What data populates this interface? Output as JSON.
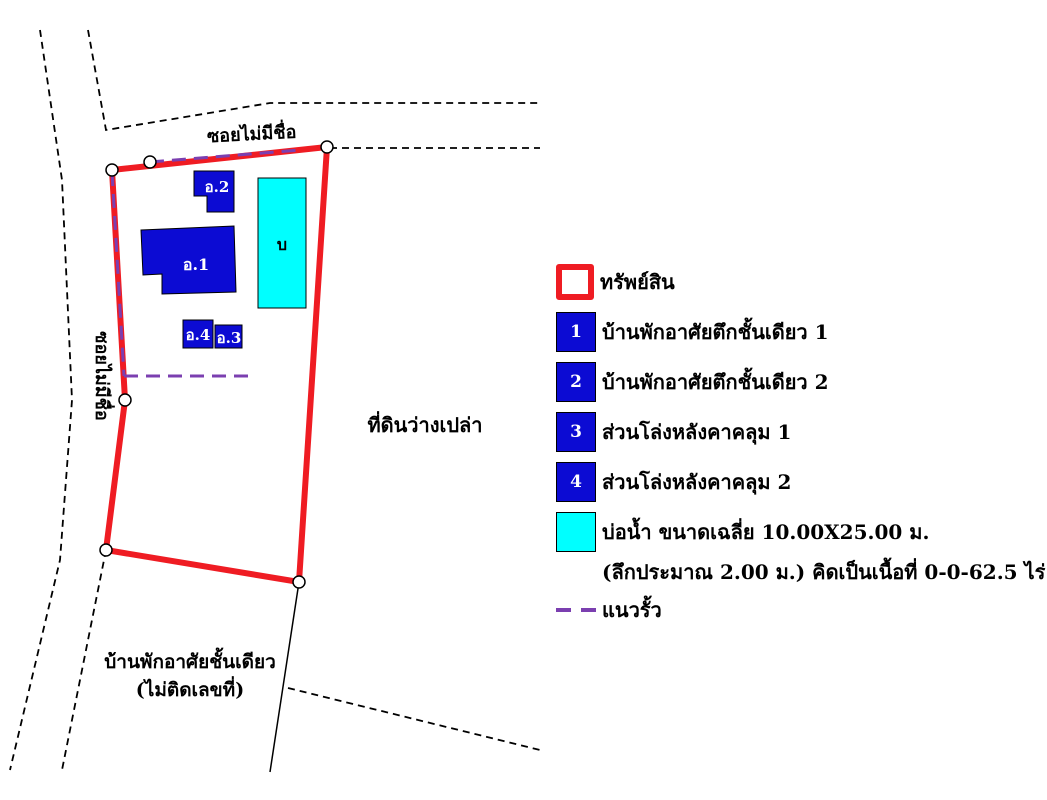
{
  "road_top_label": "ซอยไม่มีชื่อ",
  "road_left_label": "ซอยไม่มีชื่อ",
  "empty_land_label": "ที่ดินว่างเปล่า",
  "house_below_line1": "บ้านพักอาศัยชั้นเดียว",
  "house_below_line2": "(ไม่ติดเลขที่)",
  "buildings": {
    "b1": "อ.1",
    "b2": "อ.2",
    "b3": "อ.3",
    "b4": "อ.4",
    "pond": "บ"
  },
  "legend": {
    "property": "ทรัพย์สิน",
    "item1_num": "1",
    "item1": "บ้านพักอาศัยตึกชั้นเดียว 1",
    "item2_num": "2",
    "item2": "บ้านพักอาศัยตึกชั้นเดียว 2",
    "item3_num": "3",
    "item3": "ส่วนโล่งหลังคาคลุม 1",
    "item4_num": "4",
    "item4": "ส่วนโล่งหลังคาคลุม 2",
    "pond_line1": "บ่อน้ำ ขนาดเฉลี่ย 10.00X25.00 ม.",
    "pond_line2": "(ลึกประมาณ 2.00 ม.) คิดเป็นเนื้อที่ 0-0-62.5 ไร่",
    "fence": "แนวรั้ว"
  },
  "colors": {
    "boundary": "#ef1c23",
    "building": "#0c0bd3",
    "pond": "#00ffff",
    "fence": "#7b3fb0"
  }
}
